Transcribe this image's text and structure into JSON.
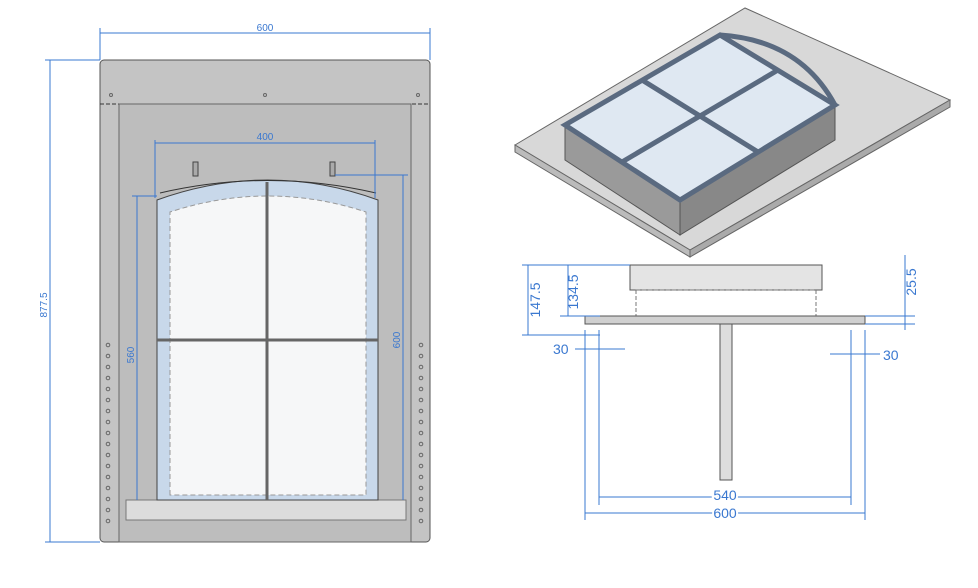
{
  "front_view": {
    "dim_width": "600",
    "dim_height": "877.5",
    "dim_window_width": "400",
    "dim_window_height_left": "560",
    "dim_window_height_right": "600"
  },
  "side_view": {
    "dim_total_height": "147.5",
    "dim_frame_height": "134.5",
    "dim_plate": "25.5",
    "dim_offset_left": "30",
    "dim_offset_right": "30",
    "dim_inner_width": "540",
    "dim_outer_width": "600"
  },
  "colors": {
    "dimension": "#3a78d0",
    "plate": "#c4c4c4",
    "glass": "#c8d8ea",
    "frame": "#6c7a8c"
  }
}
